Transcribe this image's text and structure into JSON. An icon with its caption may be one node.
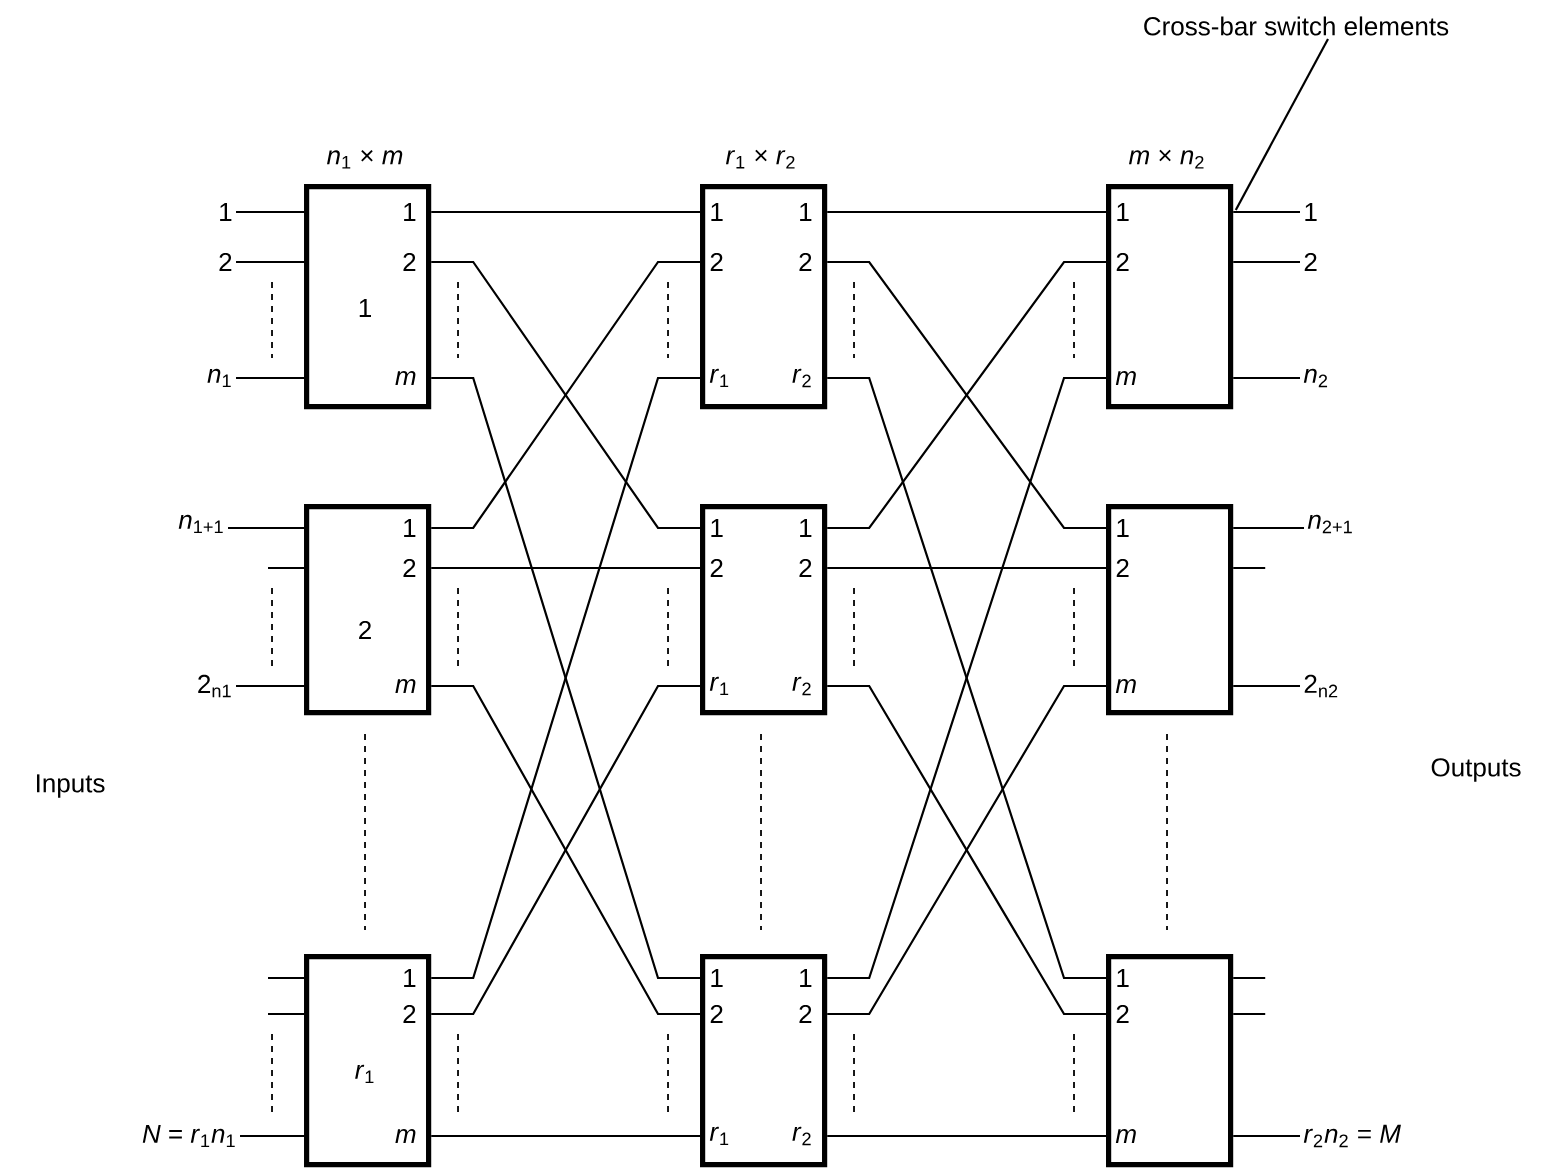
{
  "diagram": {
    "nodes": [
      {
        "text": [
          "Cross-bar switch elements"
        ]
      },
      {
        "text": [
          "1"
        ]
      },
      {
        "text": [
          "2"
        ]
      },
      {
        "text": [
          "*n*$_{1}$"
        ]
      },
      {
        "text": [
          "*n*$_{1}$ × *m*",
          "1",
          "2",
          "1",
          "*m*"
        ]
      },
      {
        "text": [
          "*r*$_{1}$ × *r*$_{2}$",
          "1",
          "1",
          "2",
          "2",
          "*r*$_{1}$",
          "*r*$_{2}$"
        ]
      },
      {
        "text": [
          "*m* × *n*$_{2}$",
          "1",
          "2",
          "*m*"
        ]
      },
      {
        "text": [
          "1"
        ]
      },
      {
        "text": [
          "2"
        ]
      },
      {
        "text": [
          "*n*$_{2}$"
        ]
      },
      {
        "text": [
          "*n*$_{1+1}$"
        ]
      },
      {
        "text": [
          "2$_{n1}$"
        ]
      },
      {
        "text": [
          "1",
          "2",
          "2",
          "*m*"
        ]
      },
      {
        "text": [
          "1",
          "1",
          "2",
          "2",
          "*r*$_{1}$",
          "*r*$_{2}$"
        ]
      },
      {
        "text": [
          "1",
          "2",
          "*m*"
        ]
      },
      {
        "text": [
          "*n*$_{2+1}$"
        ]
      },
      {
        "text": [
          "2$_{n2}$"
        ]
      },
      {
        "text": [
          "*N* = *r*$_{1}$*n*$_{1}$"
        ]
      },
      {
        "text": [
          "1",
          "2",
          "*r*$_{1}$",
          "*m*"
        ]
      },
      {
        "text": [
          "1",
          "1",
          "2",
          "2",
          "*r*$_{1}$",
          "*r*$_{2}$"
        ]
      },
      {
        "text": [
          "1",
          "2",
          "*m*"
        ]
      },
      {
        "text": [
          "*r*$_{2}$*n*$_{2}$ = *M*"
        ]
      }
    ],
    "edges": [
      {
        "from": 1,
        "to": 4,
        "arrow": "none"
      },
      {
        "from": 2,
        "to": 4,
        "arrow": "none"
      },
      {
        "from": 3,
        "to": 4,
        "arrow": "none"
      },
      {
        "from": 10,
        "to": 12,
        "arrow": "none"
      },
      {
        "from": null,
        "to": 12,
        "arrow": "none"
      },
      {
        "from": 11,
        "to": 12,
        "arrow": "none"
      },
      {
        "from": null,
        "to": 18,
        "arrow": "none"
      },
      {
        "from": null,
        "to": 18,
        "arrow": "none"
      },
      {
        "from": 17,
        "to": 18,
        "arrow": "none"
      },
      {
        "from": 4,
        "to": 5,
        "arrow": "none"
      },
      {
        "from": 4,
        "to": 13,
        "arrow": "none"
      },
      {
        "from": 4,
        "to": 19,
        "arrow": "none"
      },
      {
        "from": 12,
        "to": 5,
        "arrow": "none"
      },
      {
        "from": 12,
        "to": 13,
        "arrow": "none"
      },
      {
        "from": 12,
        "to": 19,
        "arrow": "none"
      },
      {
        "from": 18,
        "to": 5,
        "arrow": "none"
      },
      {
        "from": 18,
        "to": 13,
        "arrow": "none"
      },
      {
        "from": 18,
        "to": 19,
        "arrow": "none"
      },
      {
        "from": 5,
        "to": 6,
        "arrow": "none"
      },
      {
        "from": 5,
        "to": 14,
        "arrow": "none"
      },
      {
        "from": 5,
        "to": 20,
        "arrow": "none"
      },
      {
        "from": 13,
        "to": 6,
        "arrow": "none"
      },
      {
        "from": 13,
        "to": 14,
        "arrow": "none"
      },
      {
        "from": 13,
        "to": 20,
        "arrow": "none"
      },
      {
        "from": 19,
        "to": 6,
        "arrow": "none"
      },
      {
        "from": 19,
        "to": 14,
        "arrow": "none"
      },
      {
        "from": 19,
        "to": 20,
        "arrow": "none"
      },
      {
        "from": 6,
        "to": 7,
        "arrow": "none"
      },
      {
        "from": 6,
        "to": 8,
        "arrow": "none"
      },
      {
        "from": 6,
        "to": 9,
        "arrow": "none"
      },
      {
        "from": 14,
        "to": 15,
        "arrow": "none"
      },
      {
        "from": 14,
        "to": null,
        "arrow": "none"
      },
      {
        "from": 14,
        "to": 16,
        "arrow": "none"
      },
      {
        "from": 20,
        "to": null,
        "arrow": "none"
      },
      {
        "from": 20,
        "to": null,
        "arrow": "none"
      },
      {
        "from": 20,
        "to": 21,
        "arrow": "none"
      },
      {
        "from": 0,
        "to": 6,
        "arrow": "none"
      }
    ],
    "labels": [
      "Inputs",
      "Outputs"
    ]
  }
}
